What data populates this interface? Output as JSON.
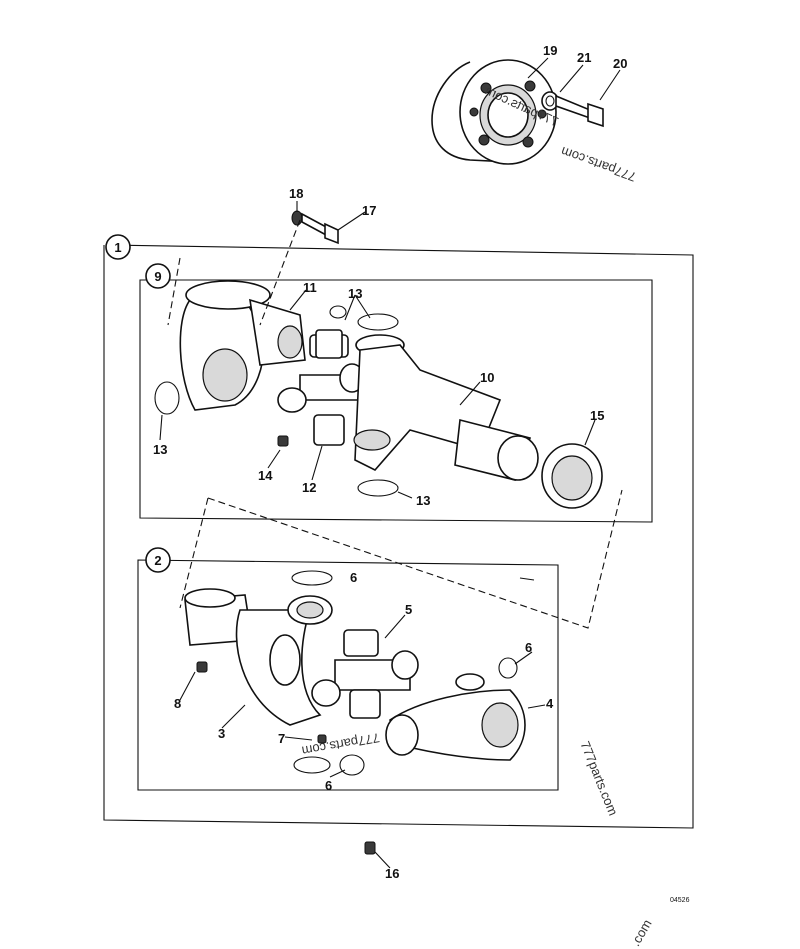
{
  "diagram": {
    "drawing_number": "04526",
    "watermarks": [
      "777parts.com",
      "777parts.com",
      "777parts.com",
      "777parts.com",
      ".com"
    ],
    "groups": [
      {
        "id": "group-1",
        "number": "1"
      },
      {
        "id": "group-9",
        "number": "9"
      },
      {
        "id": "group-2",
        "number": "2"
      }
    ],
    "callouts": [
      {
        "key": "c3",
        "number": "3"
      },
      {
        "key": "c4",
        "number": "4"
      },
      {
        "key": "c5",
        "number": "5"
      },
      {
        "key": "c6a",
        "number": "6"
      },
      {
        "key": "c6b",
        "number": "6"
      },
      {
        "key": "c6c",
        "number": "6"
      },
      {
        "key": "c7",
        "number": "7"
      },
      {
        "key": "c8",
        "number": "8"
      },
      {
        "key": "c10",
        "number": "10"
      },
      {
        "key": "c11",
        "number": "11"
      },
      {
        "key": "c12",
        "number": "12"
      },
      {
        "key": "c13a",
        "number": "13"
      },
      {
        "key": "c13b",
        "number": "13"
      },
      {
        "key": "c13c",
        "number": "13"
      },
      {
        "key": "c14",
        "number": "14"
      },
      {
        "key": "c15",
        "number": "15"
      },
      {
        "key": "c16",
        "number": "16"
      },
      {
        "key": "c17",
        "number": "17"
      },
      {
        "key": "c18",
        "number": "18"
      },
      {
        "key": "c19",
        "number": "19"
      },
      {
        "key": "c20",
        "number": "20"
      },
      {
        "key": "c21",
        "number": "21"
      }
    ]
  }
}
